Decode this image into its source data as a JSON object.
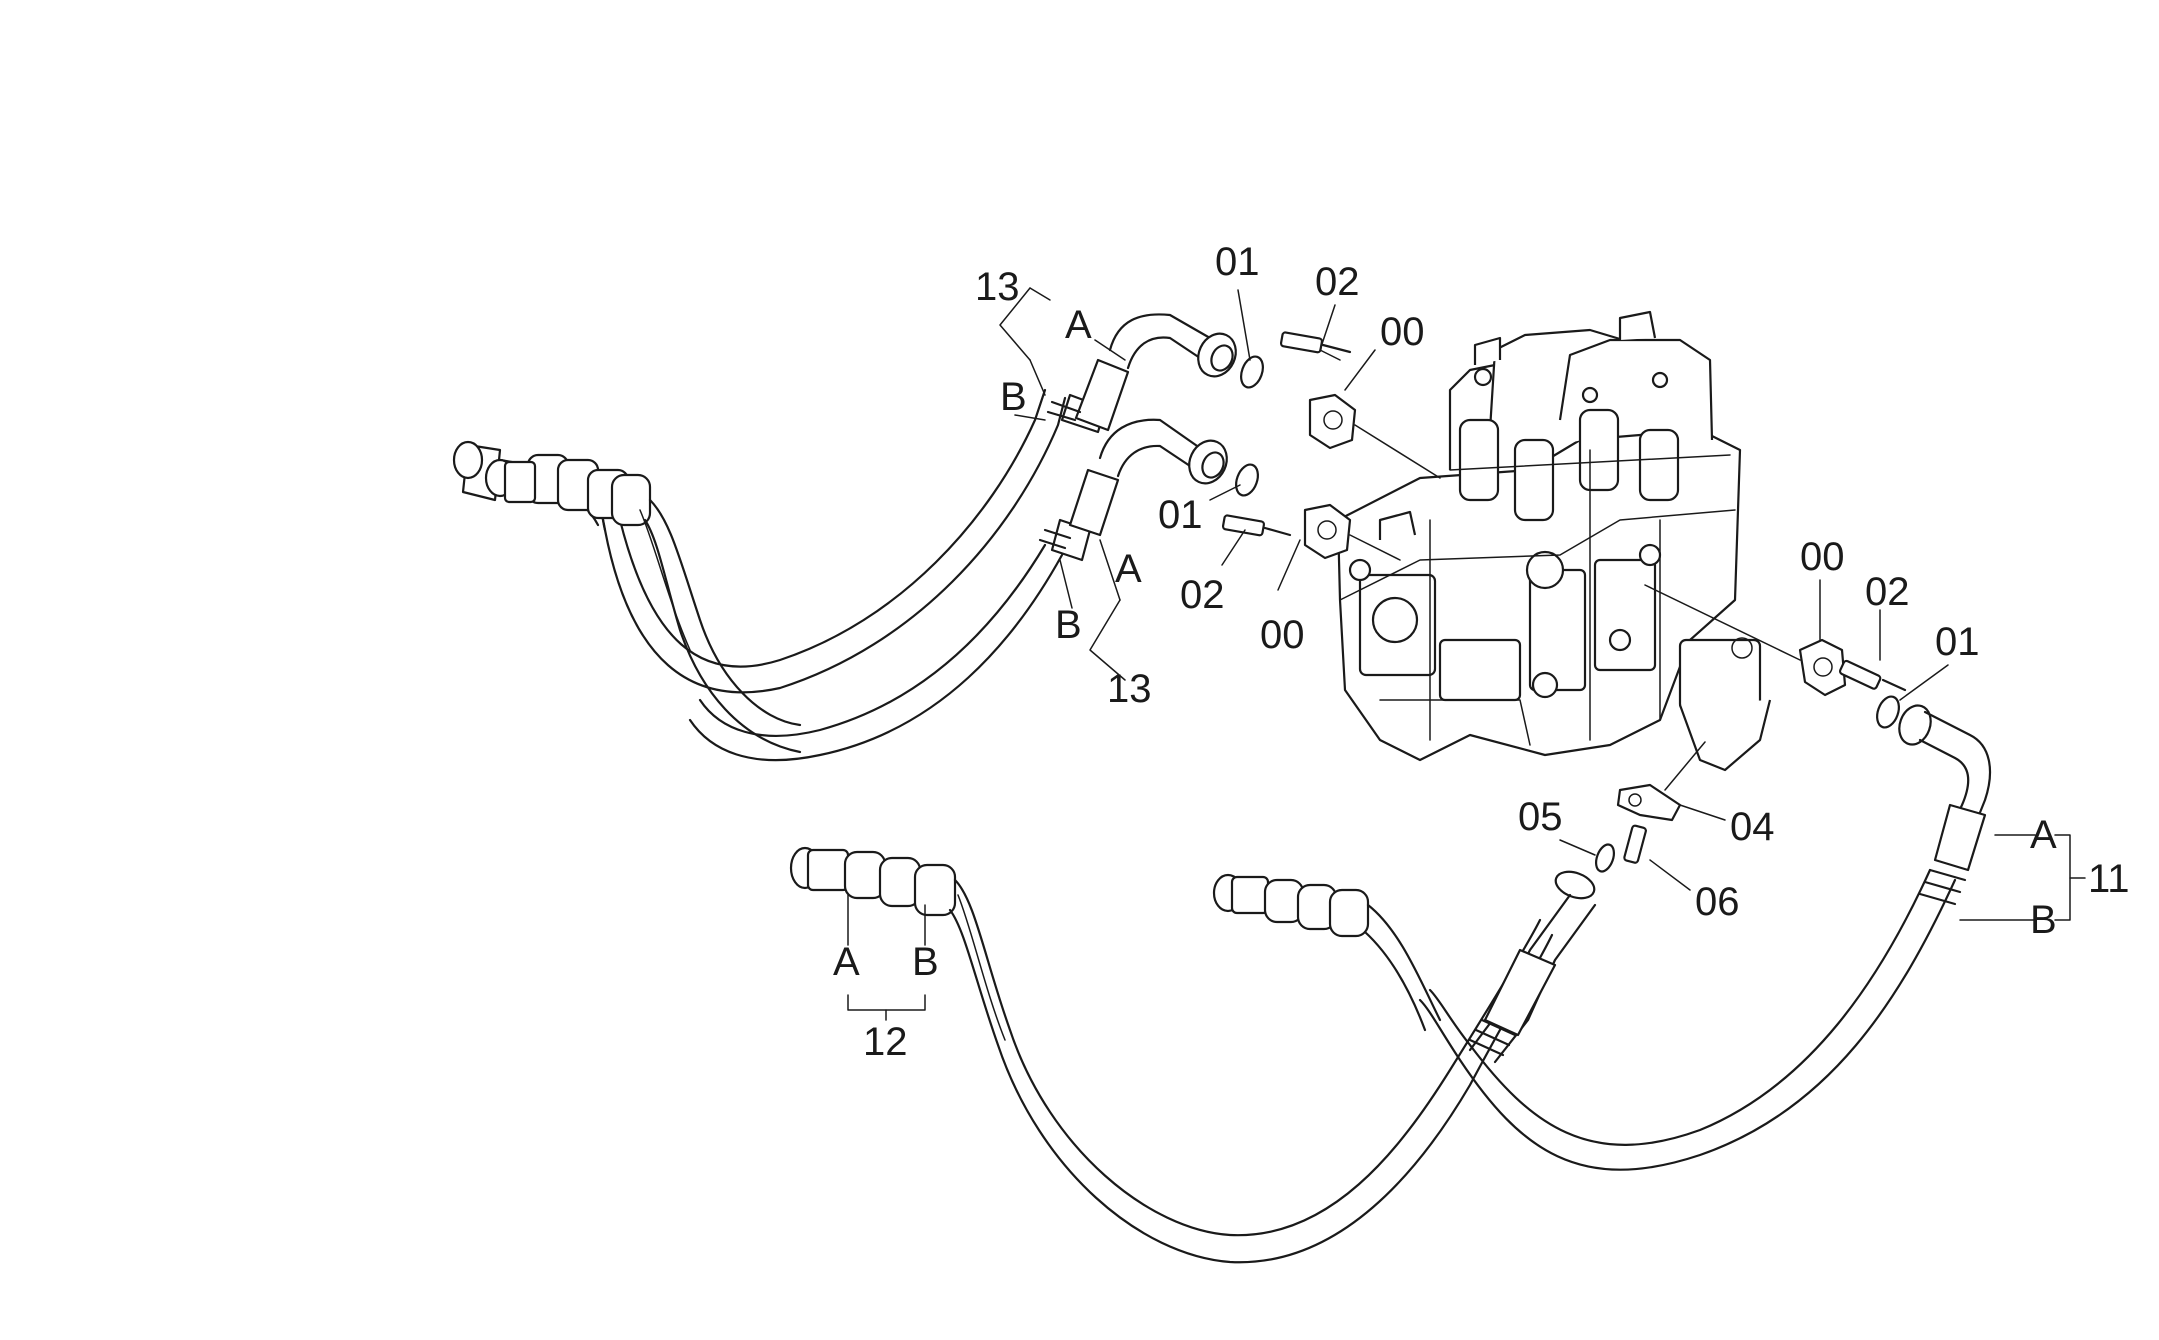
{
  "labels": {
    "hose_13_top": "13",
    "hose_13_top_a": "A",
    "hose_13_top_b": "B",
    "hose_13_mid": "13",
    "hose_13_mid_a": "A",
    "hose_13_mid_b": "B",
    "o_ring_01_top": "01",
    "bolt_02_top": "02",
    "flange_00_top": "00",
    "o_ring_01_mid": "01",
    "bolt_02_mid": "02",
    "flange_00_mid": "00",
    "flange_00_right": "00",
    "bolt_02_right": "02",
    "o_ring_01_right": "01",
    "hose_11": "11",
    "hose_11_a": "A",
    "hose_11_b": "B",
    "part_04": "04",
    "part_05": "05",
    "part_06": "06",
    "hose_12": "12",
    "hose_12_a": "A",
    "hose_12_b": "B"
  },
  "colors": {
    "line": "#1a1a1a",
    "background": "#ffffff"
  }
}
